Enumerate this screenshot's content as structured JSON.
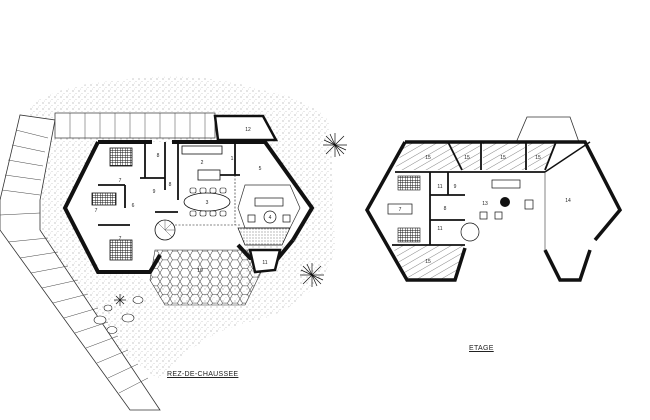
{
  "drawing": {
    "type": "architectural floor plan",
    "background": "#ffffff",
    "ink": "#1a1a1a"
  },
  "ground_floor": {
    "caption": "REZ-DE-CHAUSSEE",
    "rooms": [
      {
        "id": "1",
        "label": "1"
      },
      {
        "id": "2",
        "label": "2"
      },
      {
        "id": "3",
        "label": "3"
      },
      {
        "id": "4",
        "label": "4"
      },
      {
        "id": "5",
        "label": "5"
      },
      {
        "id": "6",
        "label": "6"
      },
      {
        "id": "7a",
        "label": "7"
      },
      {
        "id": "7b",
        "label": "7"
      },
      {
        "id": "7c",
        "label": "7"
      },
      {
        "id": "8a",
        "label": "8"
      },
      {
        "id": "8b",
        "label": "8"
      },
      {
        "id": "9",
        "label": "9"
      },
      {
        "id": "10",
        "label": "10"
      },
      {
        "id": "11",
        "label": "11"
      },
      {
        "id": "12",
        "label": "12"
      }
    ]
  },
  "upper_floor": {
    "caption": "ETAGE",
    "rooms": [
      {
        "id": "7",
        "label": "7"
      },
      {
        "id": "8",
        "label": "8"
      },
      {
        "id": "9",
        "label": "9"
      },
      {
        "id": "11a",
        "label": "11"
      },
      {
        "id": "11b",
        "label": "11"
      },
      {
        "id": "13",
        "label": "13"
      },
      {
        "id": "14",
        "label": "14"
      },
      {
        "id": "15a",
        "label": "15"
      },
      {
        "id": "15b",
        "label": "15"
      },
      {
        "id": "15c",
        "label": "15"
      },
      {
        "id": "15d",
        "label": "15"
      },
      {
        "id": "15e",
        "label": "15"
      }
    ]
  }
}
